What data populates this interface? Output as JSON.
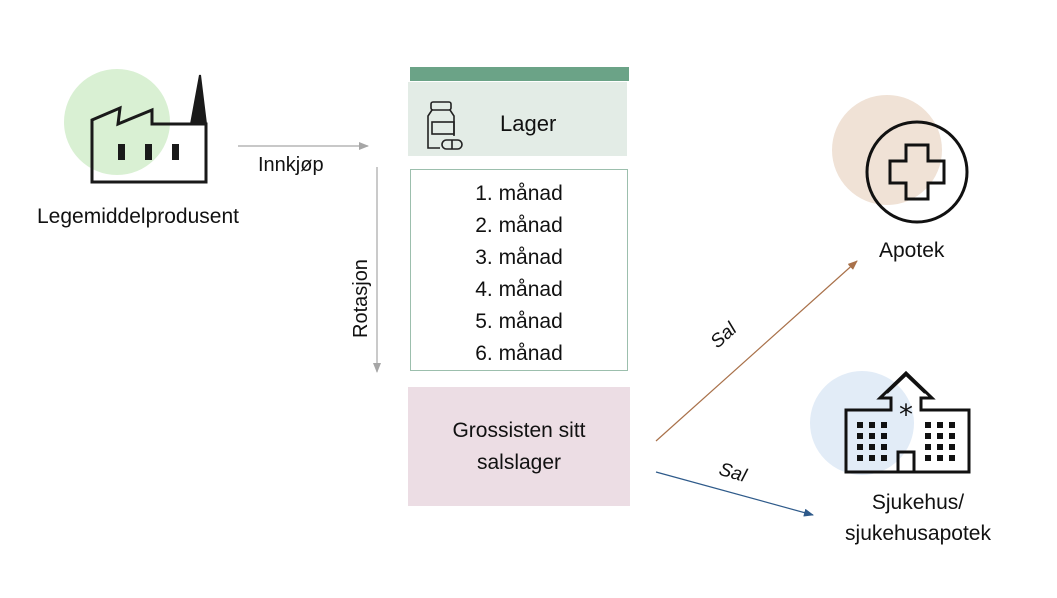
{
  "nodes": {
    "producer": {
      "label": "Legemiddelprodusent",
      "icon": "factory-icon",
      "bubble_color": "#d9f0d3"
    },
    "warehouse": {
      "label": "Lager",
      "icon": "medicine-bottle-icon",
      "header_color": "#6ba387",
      "fill_color": "#e3ece6"
    },
    "months": {
      "items": [
        "1. månad",
        "2. månad",
        "3. månad",
        "4. månad",
        "5. månad",
        "6. månad"
      ],
      "border_color": "#9cbfad"
    },
    "sales_stock": {
      "line1": "Grossisten sitt",
      "line2": "salslager",
      "fill_color": "#ecdde4"
    },
    "pharmacy": {
      "label": "Apotek",
      "icon": "pharmacy-cross-icon",
      "bubble_color": "#f0e2d6"
    },
    "hospital": {
      "line1": "Sjukehus/",
      "line2": "sjukehusapotek",
      "icon": "hospital-icon",
      "bubble_color": "#e2ecf7"
    }
  },
  "edges": {
    "purchase": {
      "label": "Innkjøp",
      "color": "#a6a6a6"
    },
    "rotation": {
      "label": "Rotasjon",
      "color": "#a6a6a6"
    },
    "sale_pharmacy": {
      "label": "Sal",
      "color": "#a9714a"
    },
    "sale_hospital": {
      "label": "Sal",
      "color": "#2e5a8a"
    }
  }
}
